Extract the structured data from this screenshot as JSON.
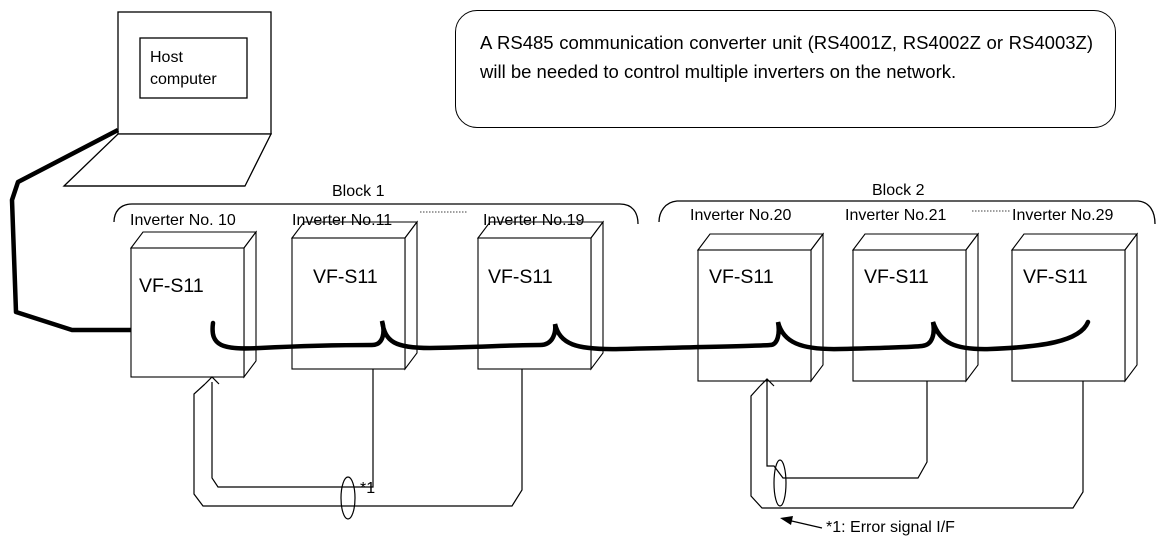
{
  "host": {
    "line1": "Host",
    "line2": "computer"
  },
  "note": "A RS485 communication converter unit (RS4001Z, RS4002Z or RS4003Z) will be needed to control multiple inverters on the network.",
  "blocks": [
    {
      "label": "Block 1",
      "inverters": [
        "Inverter No. 10",
        "Inverter No.11",
        "Inverter No.19"
      ]
    },
    {
      "label": "Block 2",
      "inverters": [
        "Inverter No.20",
        "Inverter No.21",
        "Inverter No.29"
      ]
    }
  ],
  "inverter_model": "VF-S11",
  "footnote_marker": "*1",
  "footnote": "*1: Error signal I/F"
}
